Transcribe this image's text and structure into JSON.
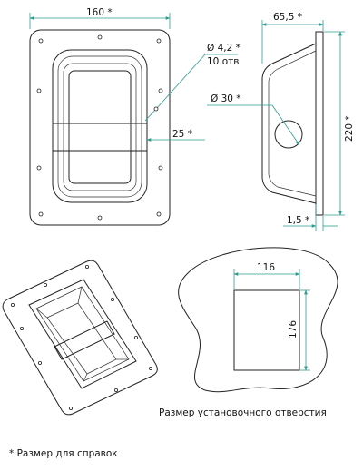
{
  "front_view": {
    "width_label": "160 *",
    "hole_diameter_label": "Ø 4,2 *",
    "hole_count_label": "10 отв",
    "strap_label": "25 *"
  },
  "side_view": {
    "depth_label": "65,5 *",
    "height_label": "220 *",
    "opening_label": "Ø 30 *",
    "flange_label": "1,5 *"
  },
  "cutout_view": {
    "width_label": "116",
    "height_label": "176",
    "caption": "Размер установочного  отверстия"
  },
  "footnote": "* Размер для справок"
}
